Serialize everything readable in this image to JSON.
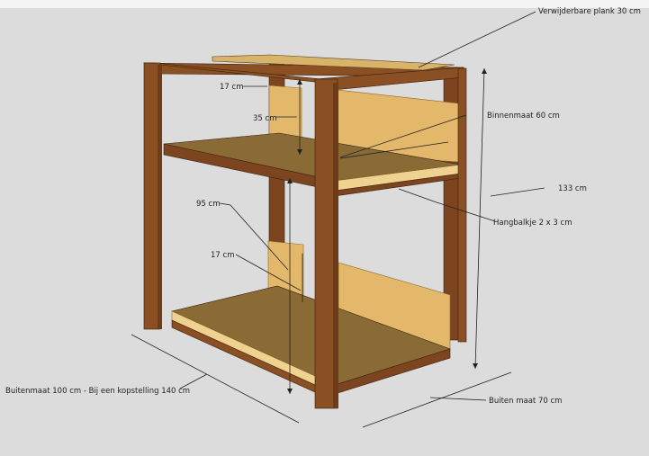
{
  "annotations": {
    "removable_plank": "Verwijderbare plank 30 cm",
    "top_gap": "17 cm",
    "upper_height": "35 cm",
    "inner_size": "Binnenmaat 60 cm",
    "total_height": "133 cm",
    "hanging_beam": "Hangbalkje 2 x 3 cm",
    "lower_height": "95 cm",
    "lower_gap": "17 cm",
    "outer_length": "Buitenmaat 100 cm  - Bij een kopstelling  140 cm",
    "outer_depth": "Buiten maat 70 cm"
  },
  "colors": {
    "background": "#dcdcdc",
    "wood_frame": "#8a4f22",
    "shelf_top": "#8a6a35",
    "panel": "#e3b86a",
    "edge": "#f0d290"
  }
}
